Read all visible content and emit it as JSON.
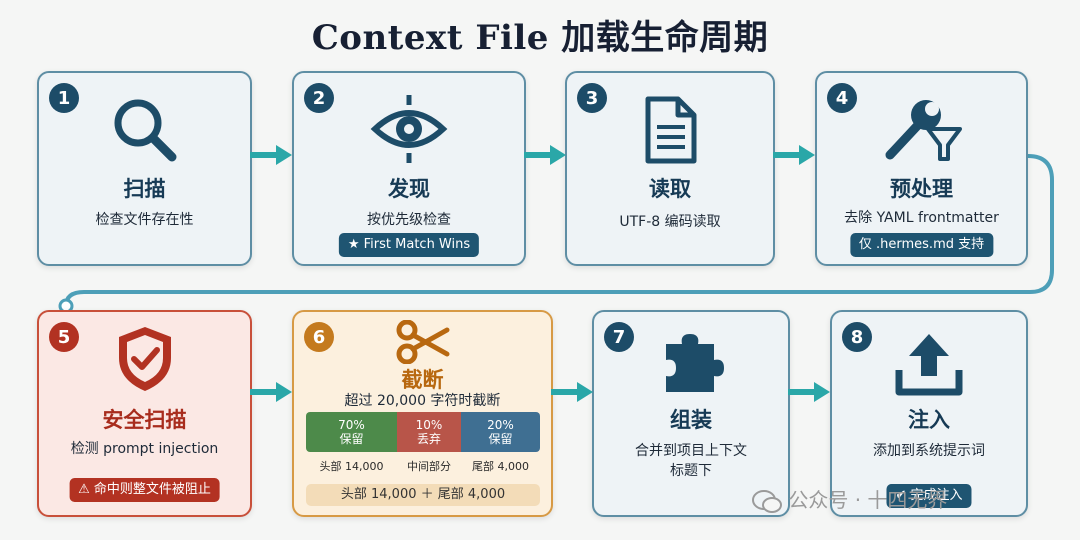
{
  "title": "Context File 加载生命周期",
  "steps": [
    {
      "num": "1",
      "title": "扫描",
      "desc": "检查文件存在性",
      "icon": "magnifier-icon"
    },
    {
      "num": "2",
      "title": "发现",
      "desc": "按优先级检查",
      "pill": "★ First Match Wins",
      "icon": "eye-target-icon"
    },
    {
      "num": "3",
      "title": "读取",
      "desc": "UTF-8 编码读取",
      "icon": "document-icon"
    },
    {
      "num": "4",
      "title": "预处理",
      "desc": "去除 YAML frontmatter",
      "pill": "仅 .hermes.md 支持",
      "icon": "wrench-filter-icon"
    },
    {
      "num": "5",
      "title": "安全扫描",
      "desc": "检测 prompt injection",
      "pill": "⚠ 命中则整文件被阻止",
      "icon": "shield-check-icon"
    },
    {
      "num": "6",
      "title": "截断",
      "desc": "超过 20,000 字符时截断",
      "icon": "scissors-icon",
      "split": [
        {
          "pct": "70%",
          "label": "保留",
          "sub": "头部 14,000"
        },
        {
          "pct": "10%",
          "label": "丢弃",
          "sub": "中间部分"
        },
        {
          "pct": "20%",
          "label": "保留",
          "sub": "尾部 4,000"
        }
      ],
      "summary": "头部 14,000 ＋ 尾部 4,000"
    },
    {
      "num": "7",
      "title": "组装",
      "desc": "合并到项目上下文",
      "desc2": "标题下",
      "icon": "puzzle-icon"
    },
    {
      "num": "8",
      "title": "注入",
      "desc": "添加到系统提示词",
      "pill": "✔ 完成注入",
      "icon": "upload-tray-icon"
    }
  ],
  "watermark": "公众号 · 十四无界",
  "colors": {
    "teal": "#1d4c68",
    "red": "#b23222",
    "orange": "#c47a1e",
    "arrow": "#2aa7a8"
  }
}
